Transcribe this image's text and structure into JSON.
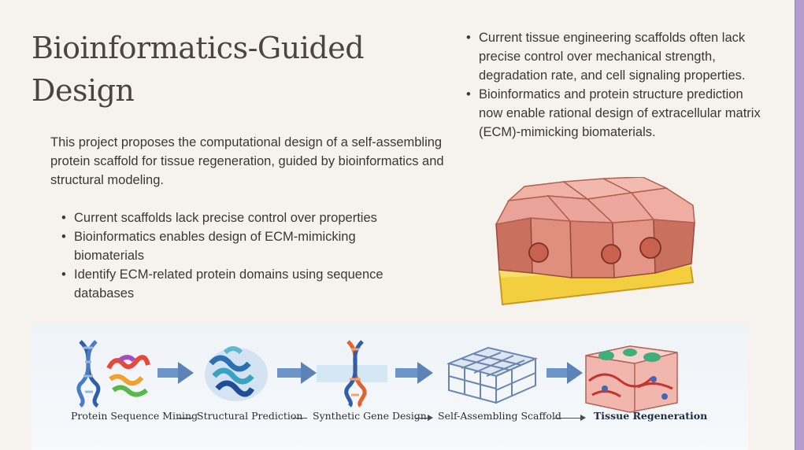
{
  "slide": {
    "title": "Bioinformatics-Guided Design",
    "intro": "This project proposes the computational design of a self-assembling protein scaffold for tissue regeneration, guided by bioinformatics and structural modeling.",
    "left_bullets": [
      "Current scaffolds lack precise control over properties",
      "Bioinformatics enables design of ECM-mimicking biomaterials",
      "Identify ECM-related protein domains using sequence databases"
    ],
    "right_bullets": [
      "Current tissue engineering scaffolds often lack precise control over mechanical strength, degradation rate, and cell signaling properties.",
      "Bioinformatics and protein structure prediction now enable rational design of extracellular matrix (ECM)-mimicking biomaterials."
    ]
  },
  "pipeline": {
    "steps": [
      "Protein Sequence Mining",
      "Structural Prediction",
      "Synthetic Gene Design",
      "Self-Assembling Scaffold",
      "Tissue Regeneration"
    ]
  },
  "colors": {
    "background": "#f6f3ee",
    "accent_border": "#b69ad4",
    "cell_pink": "#eaa398",
    "cell_side": "#c9705e",
    "substrate_yellow": "#f3cf3f",
    "arrow_blue": "#5b83b8"
  }
}
